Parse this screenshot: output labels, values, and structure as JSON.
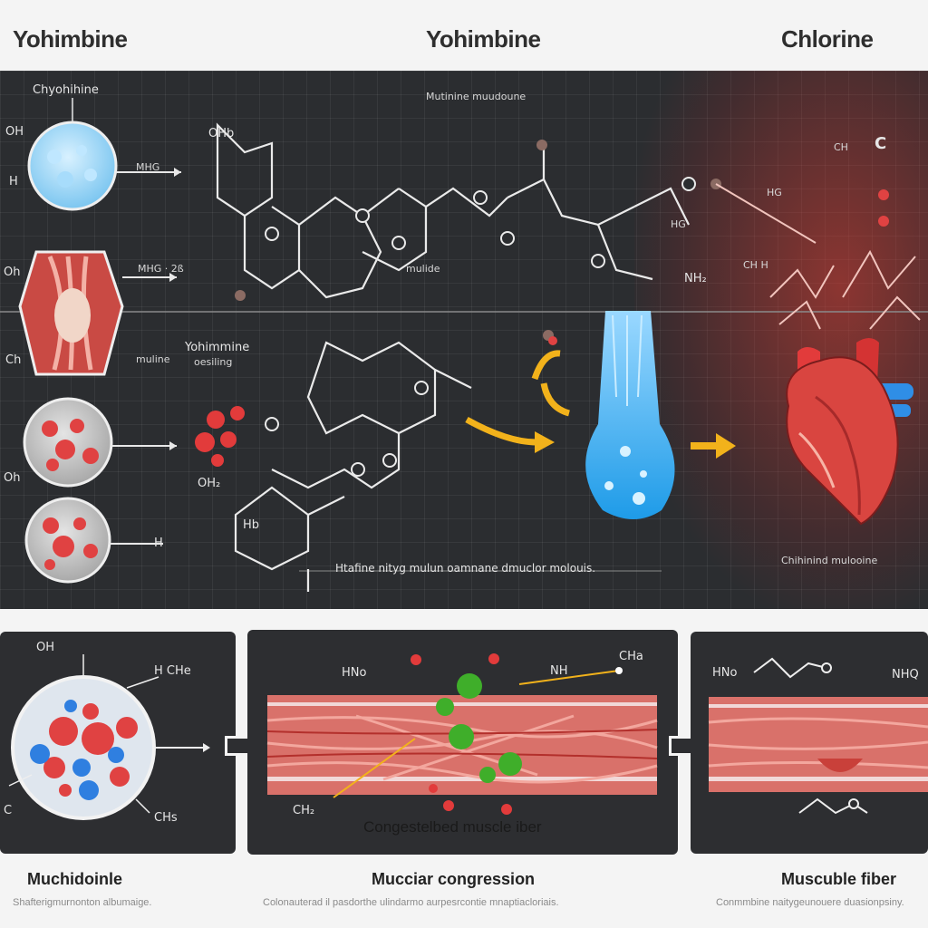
{
  "header": {
    "title_left": "Yohimbine",
    "title_center": "Yohimbine",
    "title_right": "Chlorine"
  },
  "board": {
    "top_left_label": "Chyohihine",
    "top_center_label": "Mutinine muudoune",
    "label_mhg": "MHG",
    "label_mhg_2": "MHG · 2ß",
    "label_h": "H",
    "label_oh_1": "OH",
    "label_oh_2": "Oh",
    "label_ch_1": "Ch",
    "label_oh_3": "Oh",
    "label_h_2": "H",
    "label_yohimine": "Yohimmine",
    "label_muline": "muline",
    "label_oesiling": "oesiling",
    "label_ohb": "OHb",
    "label_oh2": "OH₂",
    "label_hb": "Hb",
    "label_mulide": "mulide",
    "label_nh": "NH₂",
    "label_ch_right": "CH",
    "label_c_right": "C",
    "label_hg_right": "HG",
    "label_hg_right2": "HG",
    "label_chh_right": "CH H",
    "bottom_caption": "Htafine nityg mulun oamnane dmuclor molouis.",
    "heart_caption": "Chihinind mulooine"
  },
  "panels": {
    "left": {
      "label_oh": "OH",
      "label_hche": "H CHe",
      "label_c": "C",
      "label_chs": "CHs",
      "caption": "Muchidoinle",
      "subcaption": "Shafterigmurnonton albumaige."
    },
    "center": {
      "label_hn": "HNo",
      "label_nh": "NH",
      "label_ch": "CHa",
      "label_ch2": "CH₂",
      "fiber_text": "Congestelbed muscle iber",
      "caption": "Mucciar congression",
      "subcaption": "Colonauterad il pasdorthe ulindarmo aurpesrcontie mnaptiacloriais."
    },
    "right": {
      "label_hn": "HNo",
      "label_nhq": "NHQ",
      "caption": "Muscuble fiber",
      "subcaption": "Conmmbine naitygeunouere duasionpsiny."
    }
  },
  "colors": {
    "accent_arrow": "#f2b21b",
    "water_blue": "#3aa9e8",
    "muscle_red": "#d9534f",
    "atom_green": "#3fae2a"
  }
}
